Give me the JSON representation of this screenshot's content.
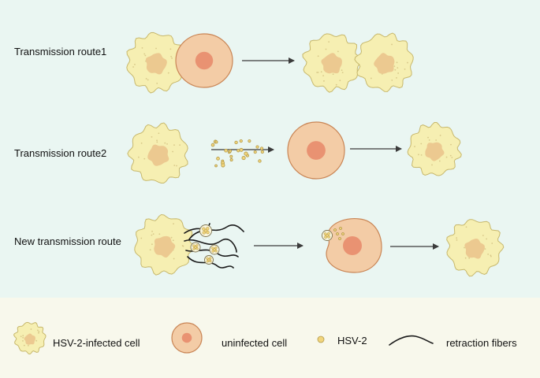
{
  "routes": {
    "route1_label": "Transmission route1",
    "route2_label": "Transmission route2",
    "route3_label": "New transmission route"
  },
  "legend": {
    "infected_label": "HSV-2-infected cell",
    "uninfected_label": "uninfected cell",
    "virus_label": "HSV-2",
    "fiber_label": "retraction fibers"
  },
  "colors": {
    "background": "#eaf6f2",
    "legend_background": "#f8f8ec",
    "infected_fill": "#f6efb2",
    "infected_stroke": "#c7b86c",
    "infected_nucleus": "#ecc990",
    "uninfected_fill": "#f3cca6",
    "uninfected_stroke": "#c98555",
    "uninfected_nucleus": "#e99272",
    "virus_fill": "#f1d57c",
    "virus_stroke": "#b39a4a",
    "arrow": "#3b3b3b",
    "fiber": "#1a1a1a"
  },
  "icons": [
    "infected-cell-icon",
    "uninfected-cell-icon",
    "virus-icon",
    "fiber-icon",
    "arrow-icon"
  ]
}
